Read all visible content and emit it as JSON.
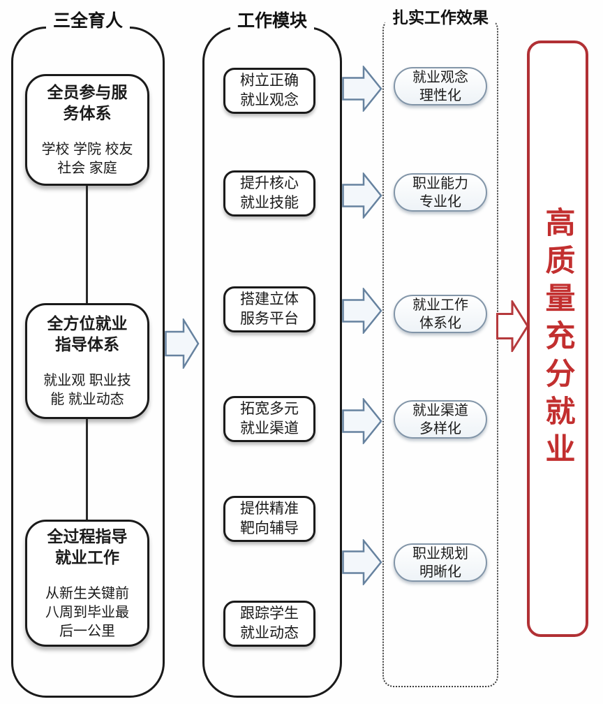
{
  "colors": {
    "outline_black": "#1a1a1a",
    "pill_border": "#8295a8",
    "arrow_blue_stroke": "#66829f",
    "arrow_blue_fill": "#f3f7fb",
    "red_accent": "#b13034",
    "red_text": "#c22f2f"
  },
  "columns": {
    "pillars": {
      "header": "三全育人",
      "boxes": [
        {
          "title": "全员参与服\n务体系",
          "subtitle": "学校 学院 校友\n社会 家庭"
        },
        {
          "title": "全方位就业\n指导体系",
          "subtitle": "就业观 职业技\n能 就业动态"
        },
        {
          "title": "全过程指导\n就业工作",
          "subtitle": "从新生关键前\n八周到毕业最\n后一公里"
        }
      ]
    },
    "modules": {
      "header": "工作模块",
      "boxes": [
        "树立正确\n就业观念",
        "提升核心\n就业技能",
        "搭建立体\n服务平台",
        "拓宽多元\n就业渠道",
        "提供精准\n靶向辅导",
        "跟踪学生\n就业动态"
      ]
    },
    "outcomes": {
      "header": "扎实工作效果",
      "boxes": [
        "就业观念\n理性化",
        "职业能力\n专业化",
        "就业工作\n体系化",
        "就业渠道\n多样化",
        "职业规划\n明晰化"
      ]
    },
    "goal": {
      "label": "高质量充分就业"
    }
  }
}
